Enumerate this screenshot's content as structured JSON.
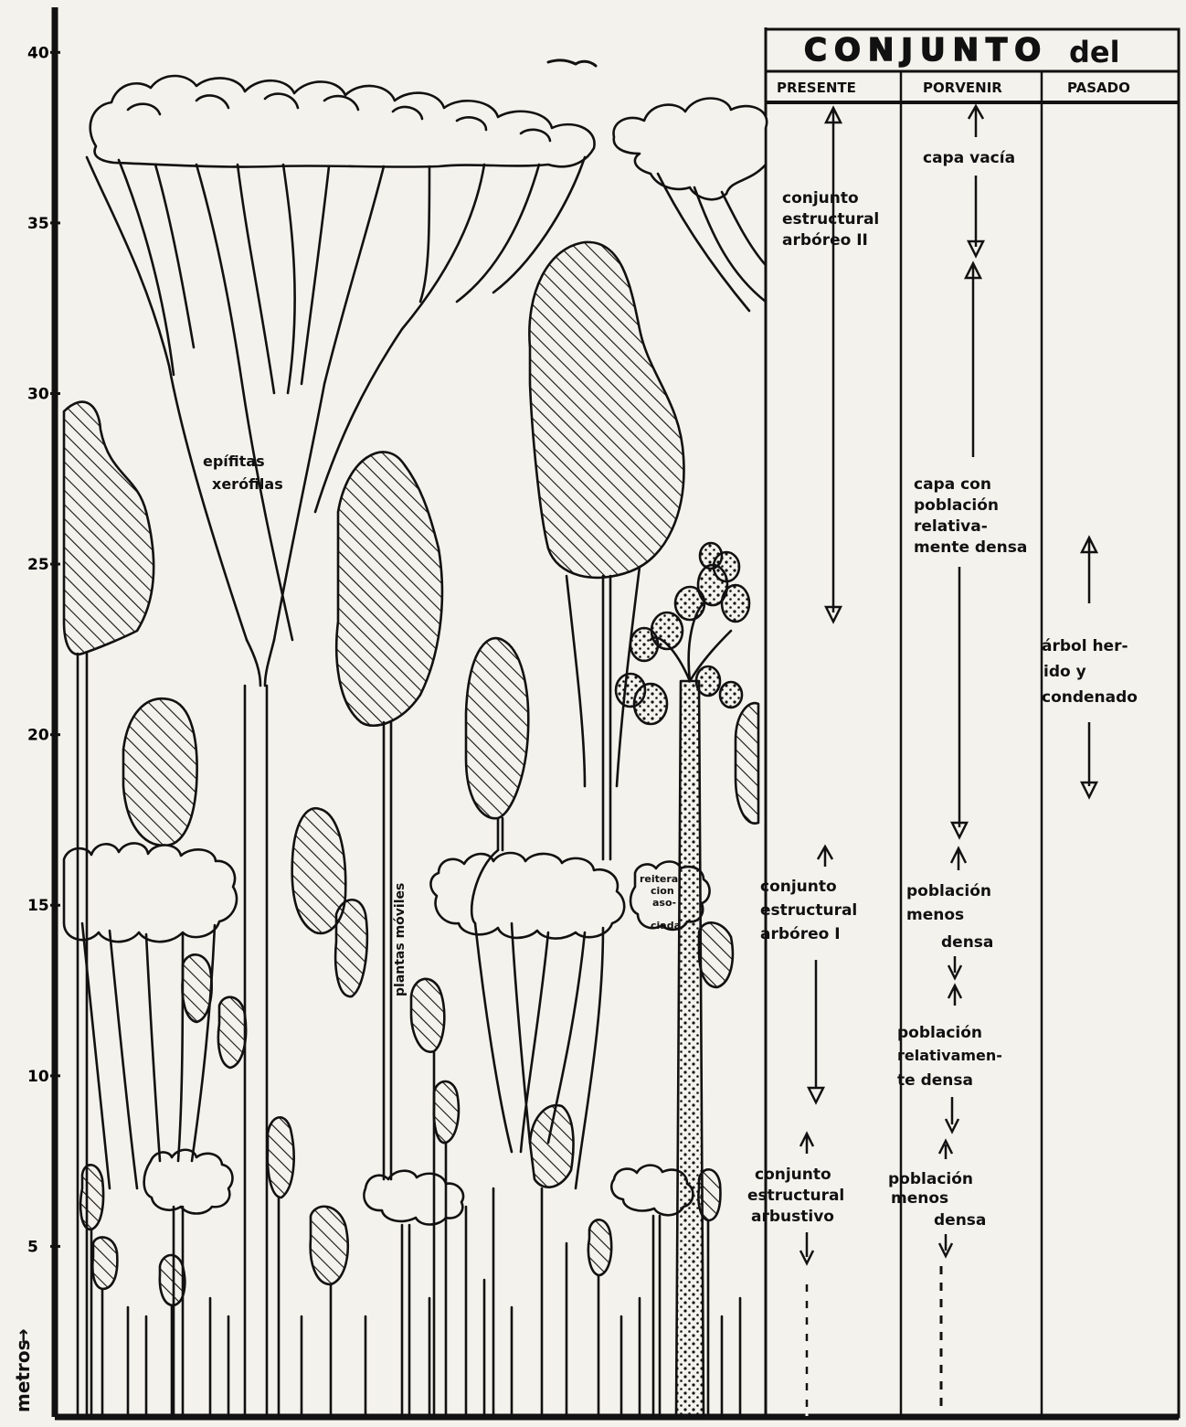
{
  "table": {
    "title_main": "CONJUNTO",
    "title_del": "del",
    "col_headers": [
      "PRESENTE",
      "PORVENIR",
      "PASADO"
    ]
  },
  "presente": {
    "arboreo2": [
      "conjunto",
      "estructural",
      "arbóreo II"
    ],
    "arboreo1": [
      "conjunto",
      "estructural",
      "arbóreo I"
    ],
    "arbustivo": [
      "conjunto",
      "estructural",
      "arbustivo"
    ]
  },
  "porvenir": {
    "vacia": "capa vacía",
    "densa": [
      "capa con",
      "población",
      "relativa-",
      "mente densa"
    ],
    "menos1": [
      "población",
      "menos",
      "densa"
    ],
    "relativa": [
      "población",
      "relativamen-",
      "te densa"
    ],
    "menos2": [
      "población",
      "menos",
      "densa"
    ]
  },
  "pasado": {
    "arbol": [
      "árbol her-",
      "ido y",
      "condenado"
    ]
  },
  "drawing": {
    "epifitas": [
      "epífitas",
      "xerófilas"
    ],
    "moviles": "plantas móviles",
    "reiteraciones": [
      "reitera-",
      "cion",
      "aso-",
      "ciada"
    ]
  },
  "axis": {
    "label": "metros",
    "ticks": [
      "35",
      "30",
      "25",
      "20",
      "15",
      "10",
      "5"
    ],
    "top_tick": "40",
    "top_tick_vals": [
      40,
      35,
      30,
      25,
      20,
      15,
      10,
      5
    ]
  }
}
